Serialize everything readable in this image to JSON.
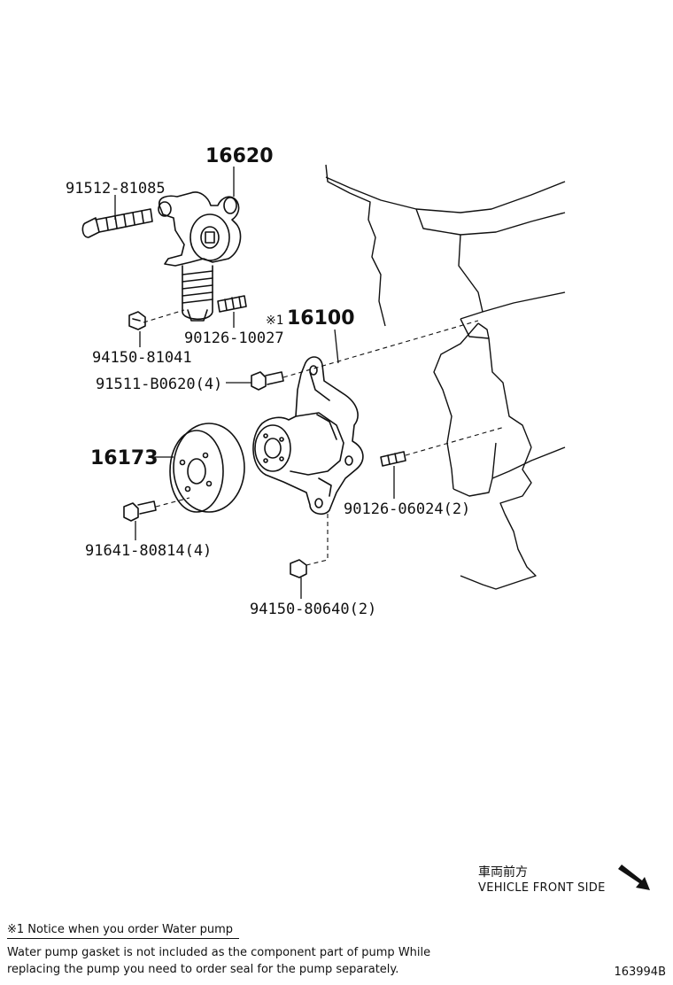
{
  "parts": {
    "tensioner": "16620",
    "tensioner_bolt": "91512-81085",
    "tensioner_nut": "94150-81041",
    "tensioner_stud": "90126-10027",
    "water_pump_mark": "※1",
    "water_pump": "16100",
    "pump_bolt": "91511-B0620(4)",
    "pulley": "16173",
    "pulley_bolt": "91641-80814(4)",
    "pump_stud": "90126-06024(2)",
    "pump_nut": "94150-80640(2)"
  },
  "orientation": {
    "japanese_label": "車両前方",
    "english_label": "VEHICLE FRONT SIDE",
    "arrow_icon": "arrow-down-right-icon"
  },
  "notice": {
    "title": "※1 Notice when you order Water pump",
    "line1": "Water pump gasket is not included as the component part of pump While",
    "line2": "replacing the pump you need to order seal for the pump separately."
  },
  "figure_id": "163994B"
}
